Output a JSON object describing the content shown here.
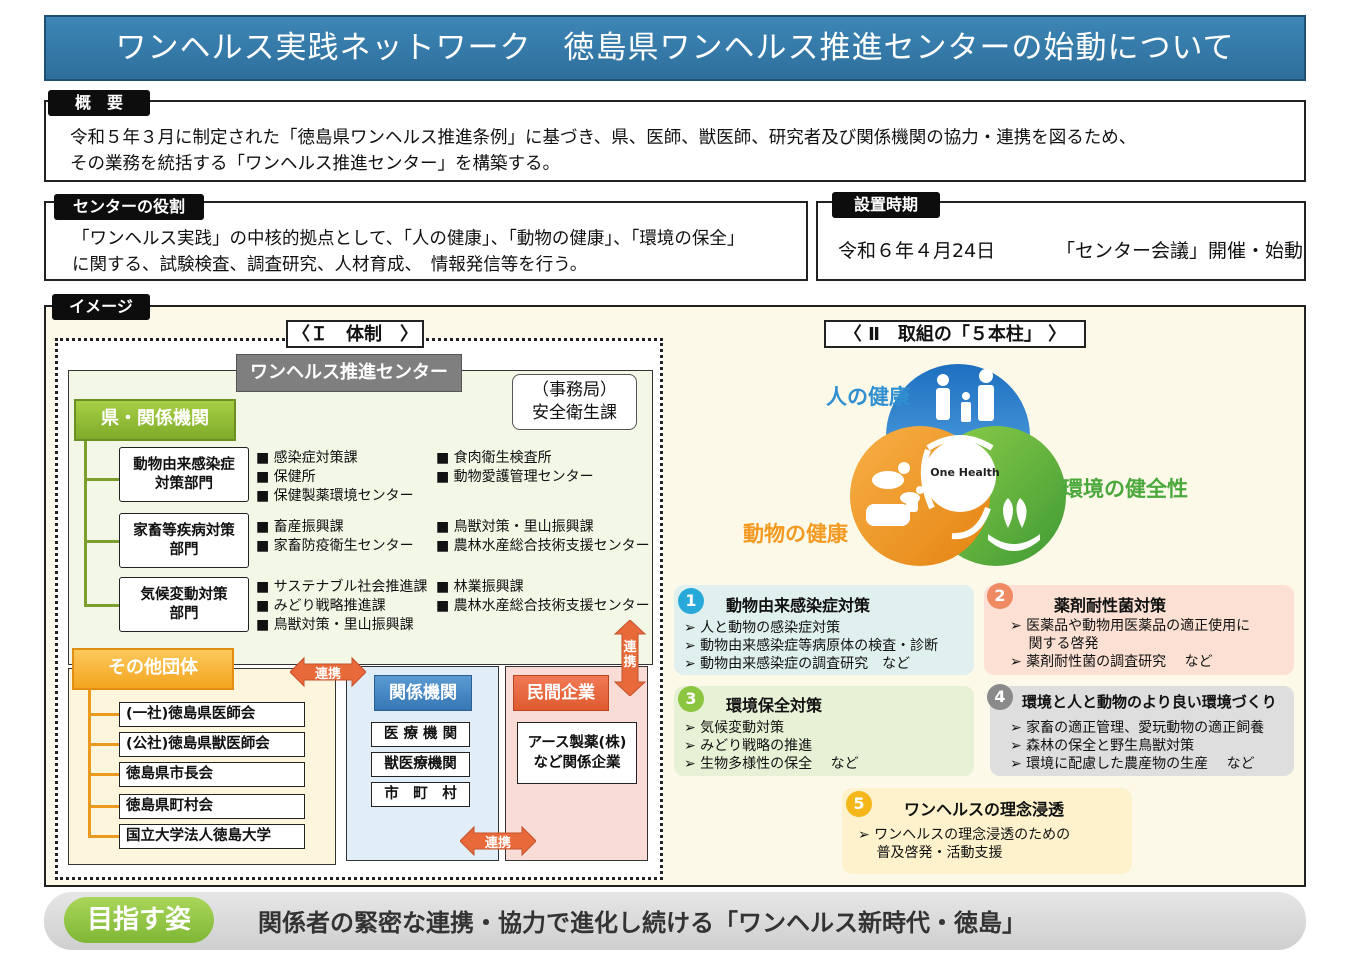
{
  "title": "ワンヘルス実践ネットワーク　徳島県ワンヘルス推進センターの始動について",
  "overview": {
    "tag": "概　要",
    "lines": [
      "令和５年３月に制定された「徳島県ワンヘルス推進条例」に基づき、県、医師、獣医師、研究者及び関係機関の協力・連携を図るため、",
      "その業務を統括する「ワンヘルス推進センター」を構築する。"
    ]
  },
  "role": {
    "tag": "センターの役割",
    "lines": [
      "「ワンヘルス実践」の中核的拠点として、「人の健康」、「動物の健康」、「環境の保全」",
      "に関する、試験検査、調査研究、人材育成、　情報発信等を行う。"
    ]
  },
  "timing": {
    "tag": "設置時期",
    "date": "令和６年４月24日",
    "event": "「センター会議」開催・始動"
  },
  "image_tag": "イメージ",
  "structure": {
    "heading": "〈Ｉ　体制　〉",
    "center_name": "ワンヘルス推進センター",
    "secretariat": [
      "（事務局）",
      "安全衛生課"
    ],
    "prefecture_tag": "県・関係機関",
    "departments": [
      {
        "name": [
          "動物由来感染症",
          "対策部門"
        ],
        "left": [
          "■ 感染症対策課",
          "■ 保健所",
          "■ 保健製薬環境センター"
        ],
        "right": [
          "■ 食肉衛生検査所",
          "■ 動物愛護管理センター"
        ]
      },
      {
        "name": [
          "家畜等疾病対策",
          "部門"
        ],
        "left": [
          "■ 畜産振興課",
          "■ 家畜防疫衛生センター"
        ],
        "right": [
          "■ 鳥獣対策・里山振興課",
          "■ 農林水産総合技術支援センター"
        ]
      },
      {
        "name": [
          "気候変動対策",
          "部門"
        ],
        "left": [
          "■ サステナブル社会推進課",
          "■ みどり戦略推進課",
          "■ 鳥獣対策・里山振興課"
        ],
        "right": [
          "■ 林業振興課",
          "■ 農林水産総合技術支援センター"
        ]
      }
    ],
    "other_tag": "その他団体",
    "other_orgs": [
      "(一社)徳島県医師会",
      "(公社)徳島県獣医師会",
      "徳島県市長会",
      "徳島県町村会",
      "国立大学法人徳島大学"
    ],
    "related_tag": "関係機関",
    "related_items": [
      "医 療 機 関",
      "獣医療機関",
      "市　町　村"
    ],
    "private_tag": "民間企業",
    "private_items": [
      "アース製薬(株)",
      "など関係企業"
    ],
    "link_label": "連携"
  },
  "pillars": {
    "heading": "〈 Ⅱ　取組の「５本柱」 〉",
    "venn": {
      "human": "人の健康",
      "environment": "環境の健全性",
      "animal": "動物の健康",
      "center": "One Health"
    },
    "items": [
      {
        "num": "1",
        "title": "動物由来感染症対策",
        "list": [
          "➢ 人と動物の感染症対策",
          "➢ 動物由来感染症等病原体の検査・診断",
          "➢ 動物由来感染症の調査研究　など"
        ]
      },
      {
        "num": "2",
        "title": "薬剤耐性菌対策",
        "list": [
          "➢ 医薬品や動物用医薬品の適正使用に",
          "　 関する啓発",
          "➢ 薬剤耐性菌の調査研究　 など"
        ]
      },
      {
        "num": "3",
        "title": "環境保全対策",
        "list": [
          "➢ 気候変動対策",
          "➢ みどり戦略の推進",
          "➢ 生物多様性の保全　 など"
        ]
      },
      {
        "num": "4",
        "title": "環境と人と動物のより良い環境づくり",
        "list": [
          "➢ 家畜の適正管理、愛玩動物の適正飼養",
          "➢ 森林の保全と野生鳥獣対策",
          "➢ 環境に配慮した農産物の生産　 など"
        ]
      },
      {
        "num": "5",
        "title": "ワンヘルスの理念浸透",
        "list": [
          "➢ ワンヘルスの理念浸透のための",
          "　 普及啓発・活動支援"
        ]
      }
    ],
    "colors": {
      "blue": "#2f8fd0",
      "green": "#4aa83c",
      "orange": "#f39a22",
      "p1_bg": "#dff0ee",
      "p1_num": "#29a9d9",
      "p2_bg": "#fbe0d3",
      "p2_num": "#f08a63",
      "p3_bg": "#e7f1d6",
      "p3_num": "#8cc640",
      "p4_bg": "#dedede",
      "p4_num": "#8a8a8a",
      "p5_bg": "#fdf2cc",
      "p5_num": "#f5b71a"
    }
  },
  "goal": {
    "tag": "目指す姿",
    "text": "関係者の緊密な連携・協力で進化し続ける「ワンヘルス新時代・徳島」"
  }
}
